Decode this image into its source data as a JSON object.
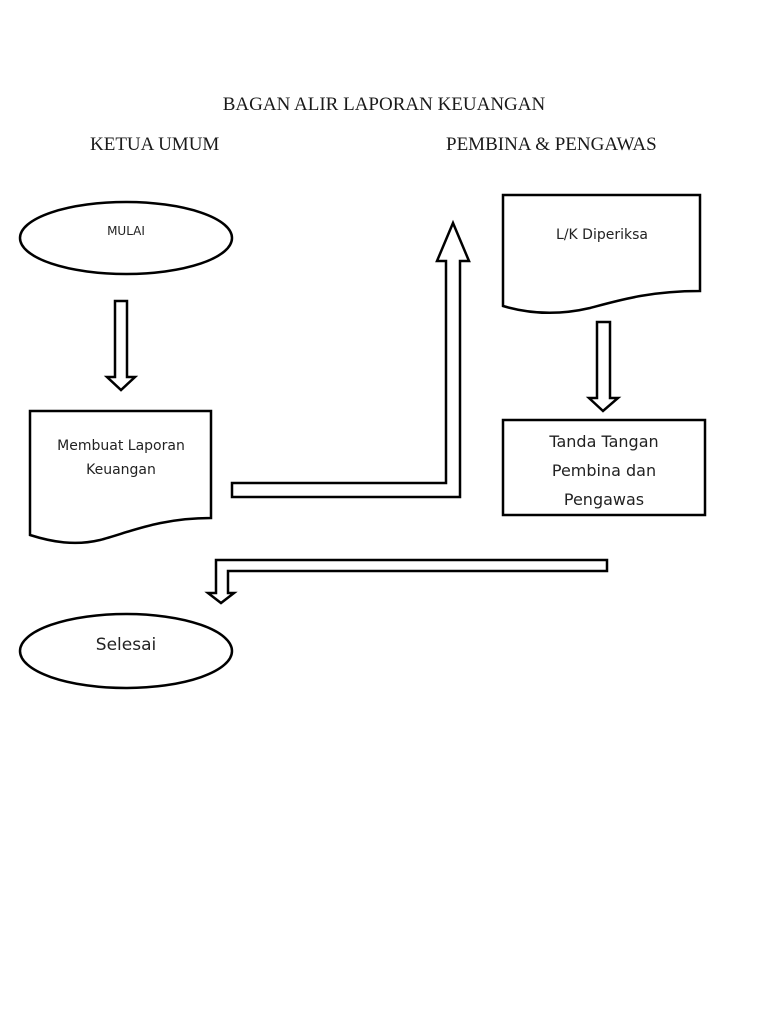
{
  "document": {
    "title": "BAGAN ALIR LAPORAN KEUANGAN",
    "lanes": [
      {
        "label": "KETUA UMUM"
      },
      {
        "label": "PEMBINA & PENGAWAS"
      }
    ]
  },
  "nodes": {
    "start": {
      "type": "terminator",
      "label": "MULAI"
    },
    "make_report": {
      "type": "document",
      "lines": [
        "Membuat Laporan",
        "Keuangan"
      ]
    },
    "report_checked": {
      "type": "document",
      "label": "L/K Diperiksa"
    },
    "signature": {
      "type": "process",
      "lines": [
        "Tanda Tangan",
        "Pembina dan",
        "Pengawas"
      ]
    },
    "end": {
      "type": "terminator",
      "label": "Selesai"
    }
  },
  "edges": [
    {
      "from": "start",
      "to": "make_report",
      "style": "block-arrow"
    },
    {
      "from": "make_report",
      "to": "report_checked",
      "style": "bent-block-arrow"
    },
    {
      "from": "report_checked",
      "to": "signature",
      "style": "block-arrow"
    },
    {
      "from": "signature",
      "to": "end",
      "style": "bent-block-arrow"
    }
  ],
  "colors": {
    "stroke": "#000000",
    "fill": "#ffffff",
    "text": "#222222"
  }
}
